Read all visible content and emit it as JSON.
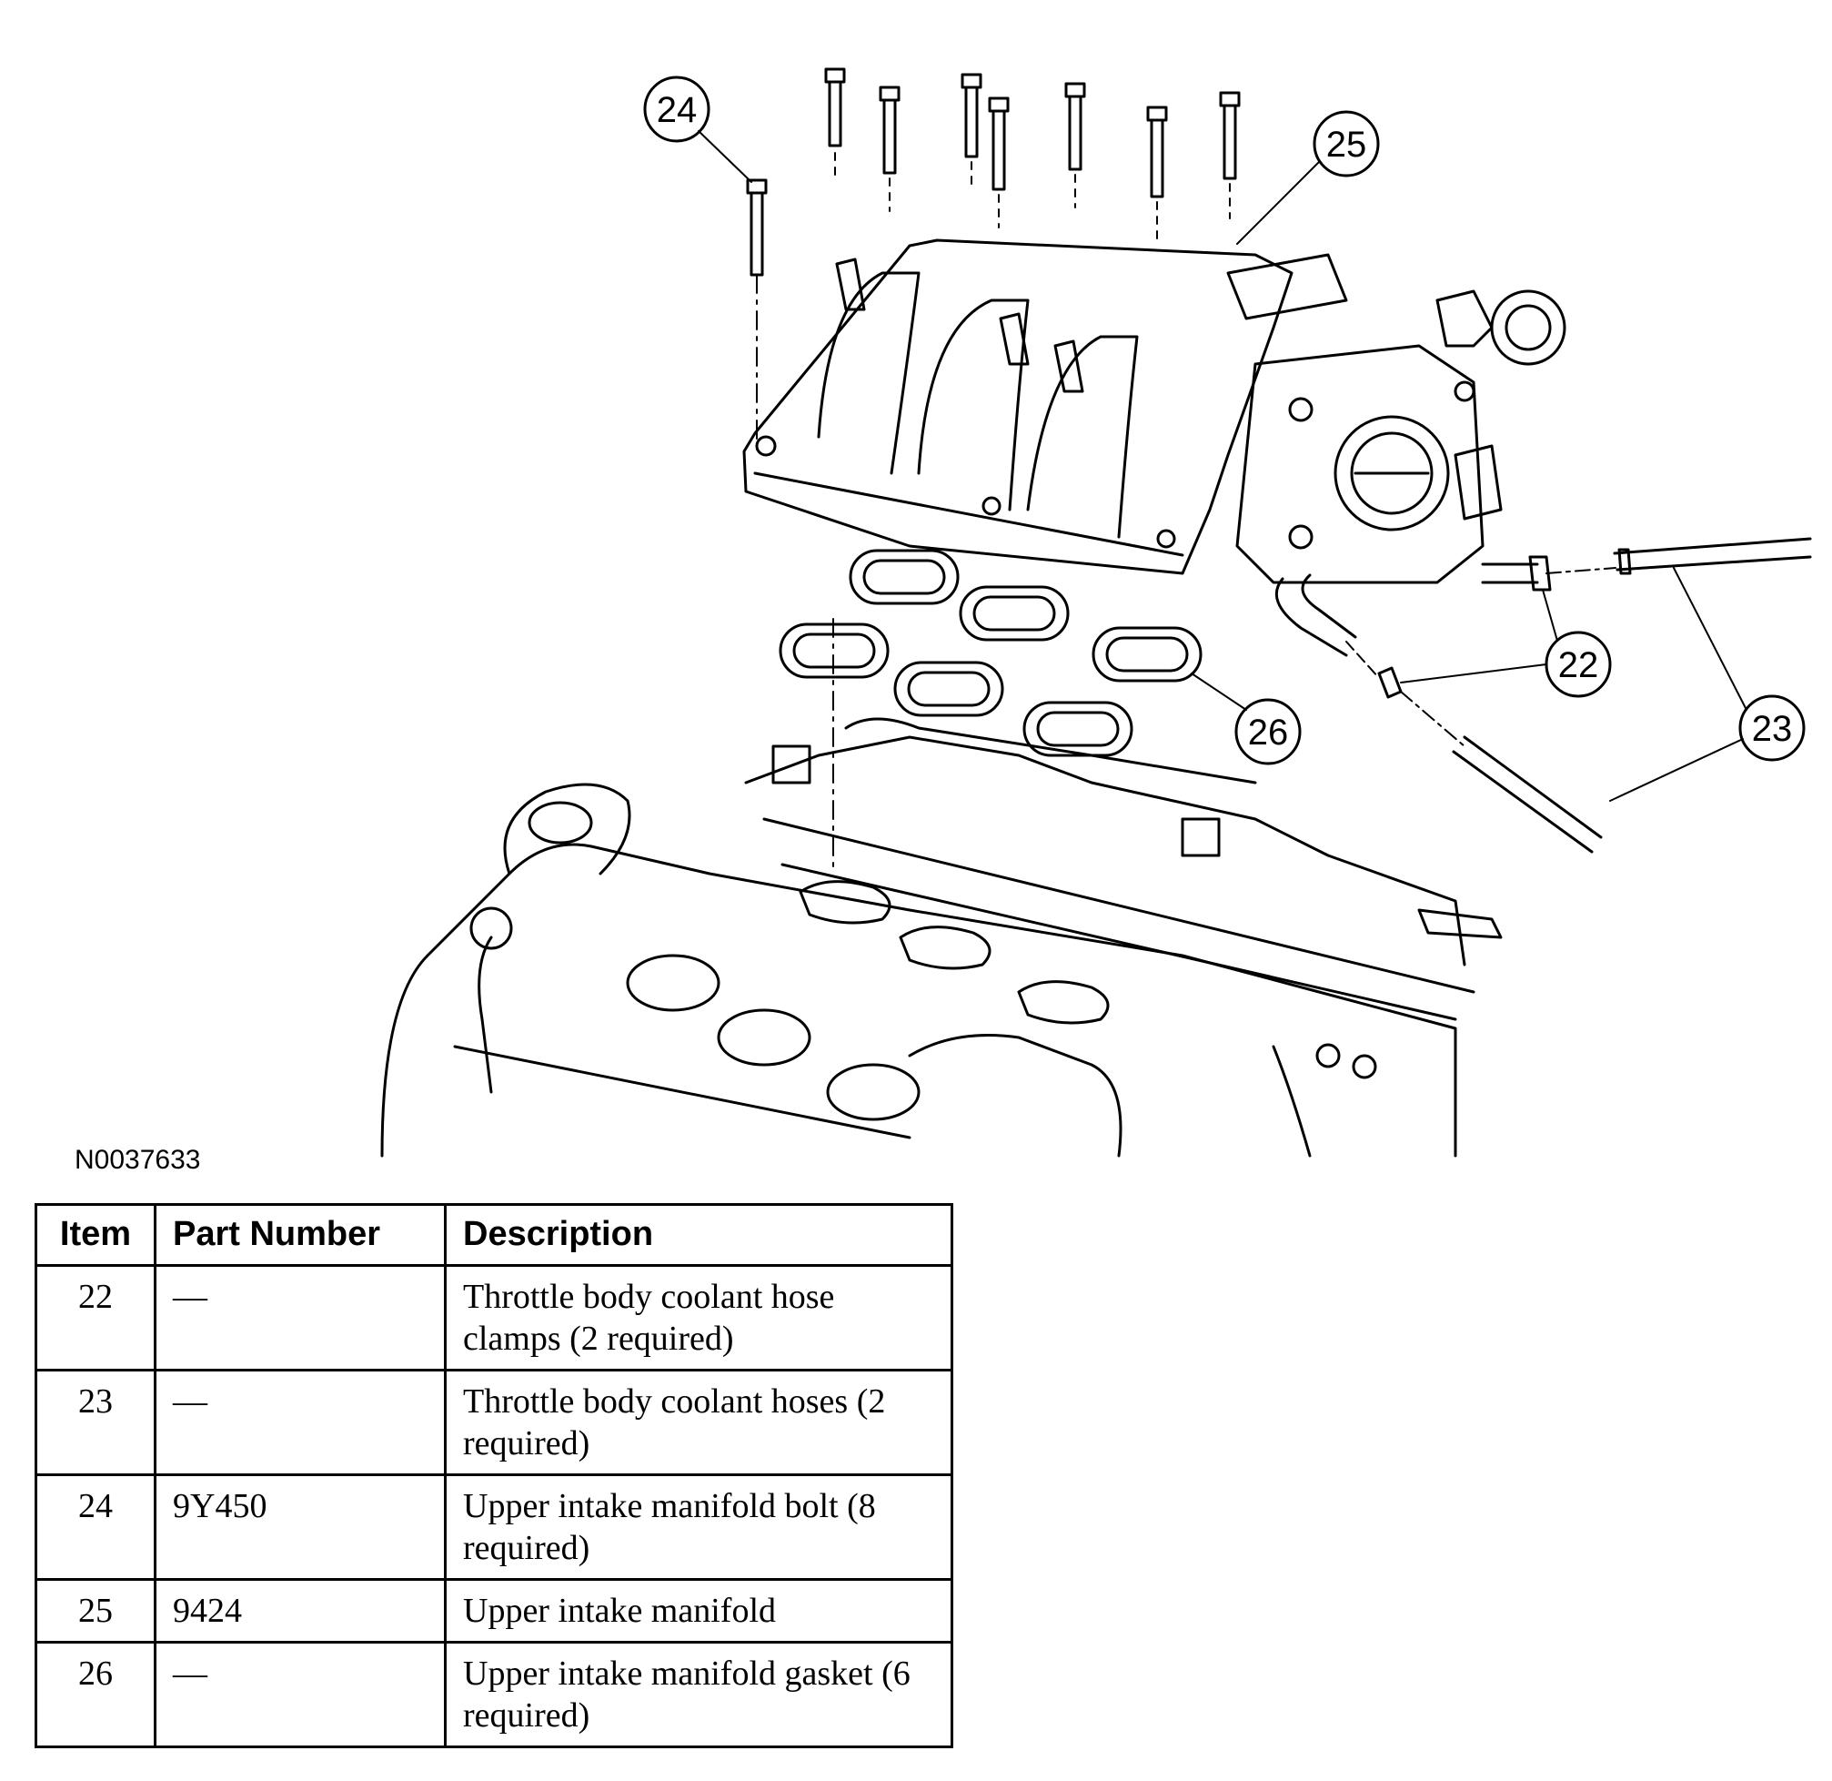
{
  "figure_id": "N0037633",
  "callouts": [
    "24",
    "25",
    "22",
    "26",
    "23"
  ],
  "table": {
    "headers": [
      "Item",
      "Part Number",
      "Description"
    ],
    "rows": [
      {
        "item": "22",
        "part": "—",
        "desc": "Throttle body coolant hose clamps (2 required)"
      },
      {
        "item": "23",
        "part": "—",
        "desc": "Throttle body coolant hoses (2 required)"
      },
      {
        "item": "24",
        "part": "9Y450",
        "desc": "Upper intake manifold bolt (8 required)"
      },
      {
        "item": "25",
        "part": "9424",
        "desc": "Upper intake manifold"
      },
      {
        "item": "26",
        "part": "—",
        "desc": "Upper intake manifold gasket (6 required)"
      }
    ]
  }
}
